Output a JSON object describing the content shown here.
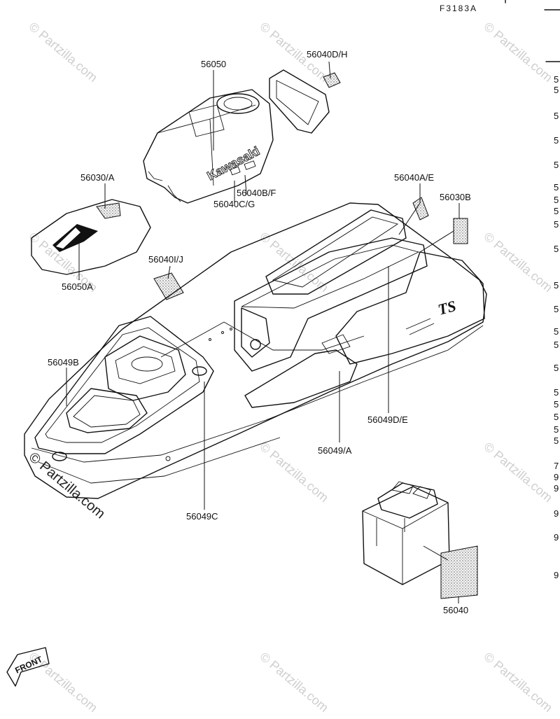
{
  "diagram": {
    "code": "F3183A",
    "labels": {
      "l56050": "56050",
      "l56040DH": "56040D/H",
      "l56030A": "56030/A",
      "l56040BF": "56040B/F",
      "l56040CG": "56040C/G",
      "l56040AE": "56040A/E",
      "l56030B": "56030B",
      "l56050A": "56050A",
      "l56040IJ": "56040I/J",
      "l56049B": "56049B",
      "l56049DE": "56049D/E",
      "l56049A": "56049/A",
      "l56049C": "56049C",
      "l56040": "56040"
    },
    "tank_text": "Kawasaki",
    "hull_model": "TS",
    "front_label": "FRONT",
    "watermark": "© Partzilla.com"
  },
  "side_list": [
    "5",
    "5",
    "5",
    "5",
    "5",
    "5",
    "5",
    "5",
    "5",
    "5",
    "5",
    "5",
    "5",
    "5",
    "5",
    "5",
    "5",
    "5",
    "5",
    "5",
    "7",
    "9",
    "9",
    "9",
    "9",
    "9"
  ]
}
